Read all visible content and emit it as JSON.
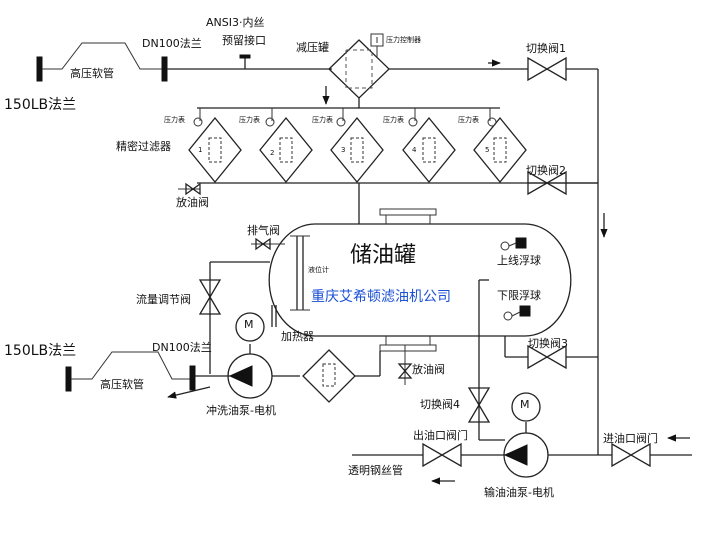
{
  "labels": {
    "flange_150lb_top": "150LB法兰",
    "flange_150lb_bottom": "150LB法兰",
    "hose_top": "高压软管",
    "hose_bottom": "高压软管",
    "dn100_top": "DN100法兰",
    "dn100_bottom": "DN100法兰",
    "ansi_line1": "ANSI3·内丝",
    "ansi_line2": "预留接口",
    "pressure_tank": "减压罐",
    "pressure_controller": "压力控制器",
    "switch_valve_1": "切换阀1",
    "switch_valve_2": "切换阀2",
    "switch_valve_3": "切换阀3",
    "switch_valve_4": "切换阀4",
    "precision_filter": "精密过滤器",
    "gauge": "压力表",
    "filter_numbers": [
      "1",
      "2",
      "3",
      "4",
      "5"
    ],
    "drain_valve_top": "放油阀",
    "drain_valve_bottom": "放油阀",
    "vent_valve": "排气阀",
    "storage_tank": "储油罐",
    "level_gauge": "液位计",
    "upper_float": "上线浮球",
    "lower_float": "下限浮球",
    "company": "重庆艾希顿滤油机公司",
    "flow_valve": "流量调节阀",
    "heater": "加热器",
    "flush_pump": "冲洗油泵-电机",
    "motor_symbol": "M",
    "outlet_valve": "出油口阀门",
    "inlet_valve": "进油口阀门",
    "steel_hose": "透明钢丝管",
    "transfer_pump": "输油油泵-电机"
  }
}
